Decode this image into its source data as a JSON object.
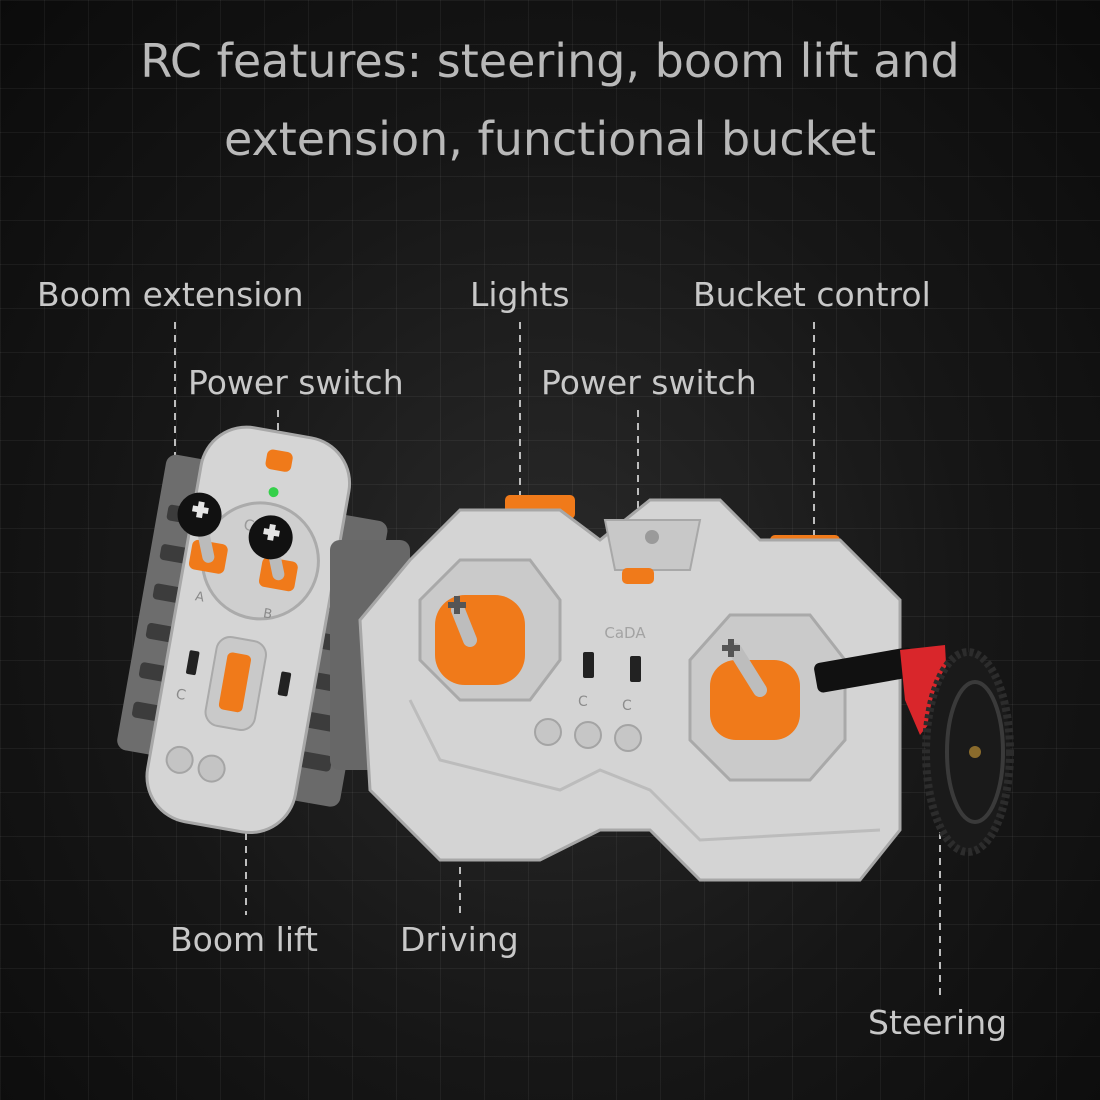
{
  "headline": {
    "line1": "RC features: steering, boom lift and",
    "line2": "extension, functional bucket"
  },
  "labels": {
    "boom_extension": "Boom extension",
    "power_switch_left": "Power switch",
    "lights": "Lights",
    "power_switch_right": "Power switch",
    "bucket_control": "Bucket control",
    "boom_lift": "Boom lift",
    "driving": "Driving",
    "steering": "Steering"
  },
  "markings": {
    "brand_left": "CaDA",
    "brand_right": "CaDA",
    "port_a": "A",
    "port_b": "B",
    "channel_left": "C",
    "channel_right_1": "C",
    "channel_right_2": "C"
  },
  "colors": {
    "background": "#151515",
    "text": "#c8c8c8",
    "housing": "#d6d6d6",
    "accent_orange": "#f07a1a",
    "accent_red": "#d9262b",
    "led_green": "#35d04a"
  }
}
